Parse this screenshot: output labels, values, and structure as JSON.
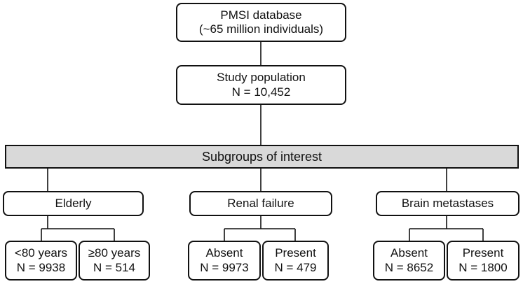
{
  "flowchart": {
    "database": {
      "line1": "PMSI database",
      "line2": "(~65 million individuals)"
    },
    "population": {
      "line1": "Study population",
      "line2": "N = 10,452"
    },
    "subgroups_band": "Subgroups of interest",
    "groups": [
      {
        "label": "Elderly",
        "children": [
          {
            "line1": "<80 years",
            "line2": "N = 9938"
          },
          {
            "line1": "≥80 years",
            "line2": "N = 514"
          }
        ]
      },
      {
        "label": "Renal failure",
        "children": [
          {
            "line1": "Absent",
            "line2": "N = 9973"
          },
          {
            "line1": "Present",
            "line2": "N = 479"
          }
        ]
      },
      {
        "label": "Brain metastases",
        "children": [
          {
            "line1": "Absent",
            "line2": "N = 8652"
          },
          {
            "line1": "Present",
            "line2": "N = 1800"
          }
        ]
      }
    ]
  }
}
